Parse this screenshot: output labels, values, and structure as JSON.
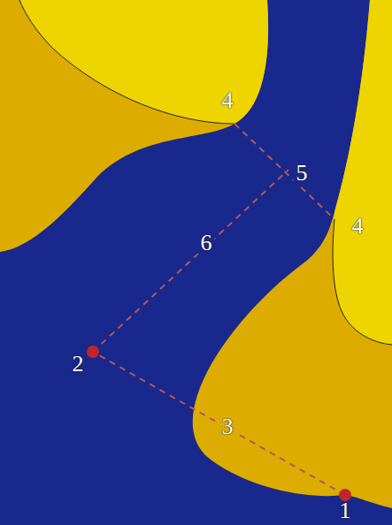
{
  "diagram": {
    "labels": [
      "4",
      "5",
      "4",
      "6",
      "2",
      "3",
      "1"
    ]
  }
}
